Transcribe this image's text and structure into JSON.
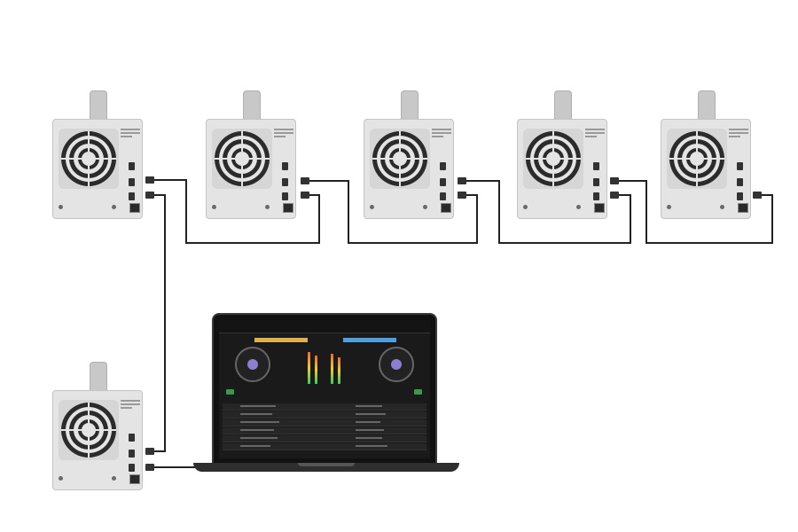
{
  "diagram": {
    "units": [
      {
        "id": "unit-top-1"
      },
      {
        "id": "unit-top-2"
      },
      {
        "id": "unit-top-3"
      },
      {
        "id": "unit-top-4"
      },
      {
        "id": "unit-top-5"
      },
      {
        "id": "unit-bottom"
      }
    ],
    "laptop": {
      "id": "laptop",
      "app": "DJ software"
    },
    "connections": [
      [
        "unit-top-1",
        "unit-top-2"
      ],
      [
        "unit-top-2",
        "unit-top-3"
      ],
      [
        "unit-top-3",
        "unit-top-4"
      ],
      [
        "unit-top-4",
        "unit-top-5"
      ],
      [
        "unit-top-1",
        "unit-bottom"
      ],
      [
        "unit-bottom",
        "laptop"
      ]
    ],
    "colors": {
      "cable": "#222222",
      "unit_body": "#e4e4e4",
      "fan": "#2b2b2b",
      "screen": "#1a1a1a",
      "accent": "#8a7fd0"
    }
  }
}
